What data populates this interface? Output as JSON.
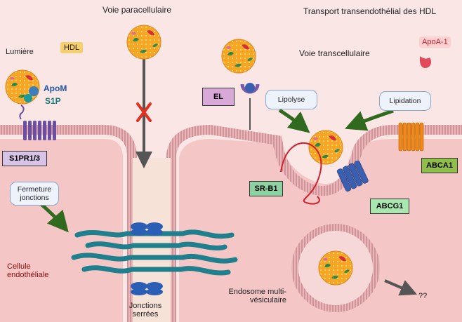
{
  "labels": {
    "voie_paracellulaire": "Voie paracellulaire",
    "transport_title": "Transport transendothélial des HDL",
    "lumiere": "Lumière",
    "hdl": "HDL",
    "apoa1": "ApoA-1",
    "voie_transcellulaire": "Voie transcellulaire",
    "apom": "ApoM",
    "s1p": "S1P",
    "el": "EL",
    "lipolyse": "Lipolyse",
    "lipidation": "Lipidation",
    "s1pr": "S1PR1/3",
    "abca1": "ABCA1",
    "fermeture_jonctions": "Fermeture jonctions",
    "srb1": "SR-B1",
    "abcg1": "ABCG1",
    "cellule_endotheliale": "Cellule endothéliale",
    "endosome": "Endosome multi-vésiculaire",
    "jonctions_serrees": "Jonctions serrées",
    "question": "??"
  },
  "colors": {
    "background_lumen": "#fbe6e6",
    "cell_fill": "#f4c6c6",
    "membrane": "#c9868c",
    "hdl_orange": "#f5a623",
    "receptor_purple": "#6b4fa3",
    "el_purple": "#7a5aa8",
    "abcg1_blue": "#3a5fb0",
    "abca1_orange": "#ee8a1a",
    "junction_teal": "#1f7f8c",
    "arrow_green": "#2f6a1f",
    "cross_red": "#e03020"
  }
}
